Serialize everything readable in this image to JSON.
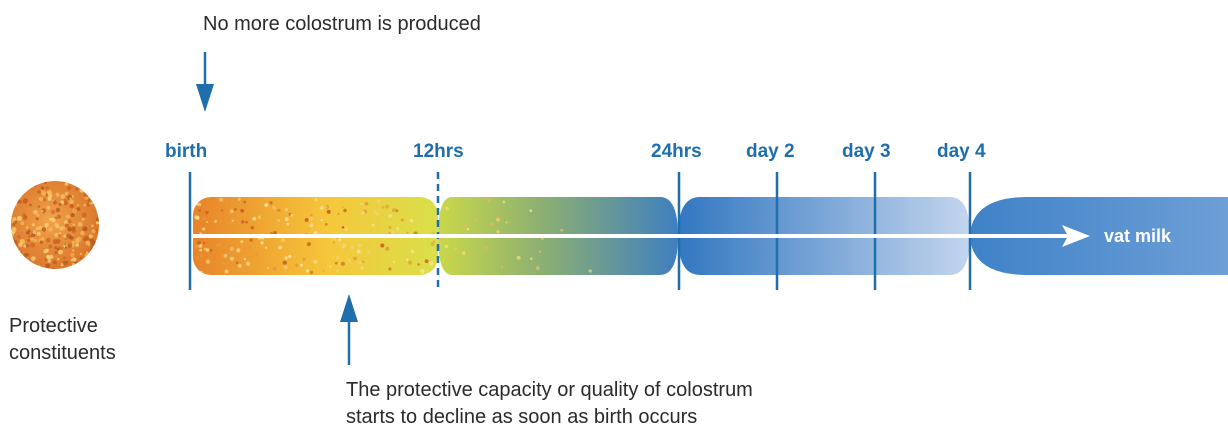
{
  "annotations": {
    "top": "No more colostrum is produced",
    "bottom_line1": "The protective capacity or quality of colostrum",
    "bottom_line2": "starts to decline as soon as birth occurs"
  },
  "left_label": {
    "line1": "Protective",
    "line2": "constituents"
  },
  "timeline": {
    "markers": [
      "birth",
      "12hrs",
      "24hrs",
      "day 2",
      "day 3",
      "day 4"
    ],
    "end_label": "vat milk"
  },
  "colors": {
    "label_blue": "#1f6fad",
    "line_blue": "#1f6fad",
    "orange": "#e8832a",
    "yellow": "#f5d63d",
    "yellow_green": "#cfdc49",
    "blue_dark": "#2f78bf",
    "blue_light": "#c5d6ee",
    "white_arrow": "#ffffff"
  }
}
